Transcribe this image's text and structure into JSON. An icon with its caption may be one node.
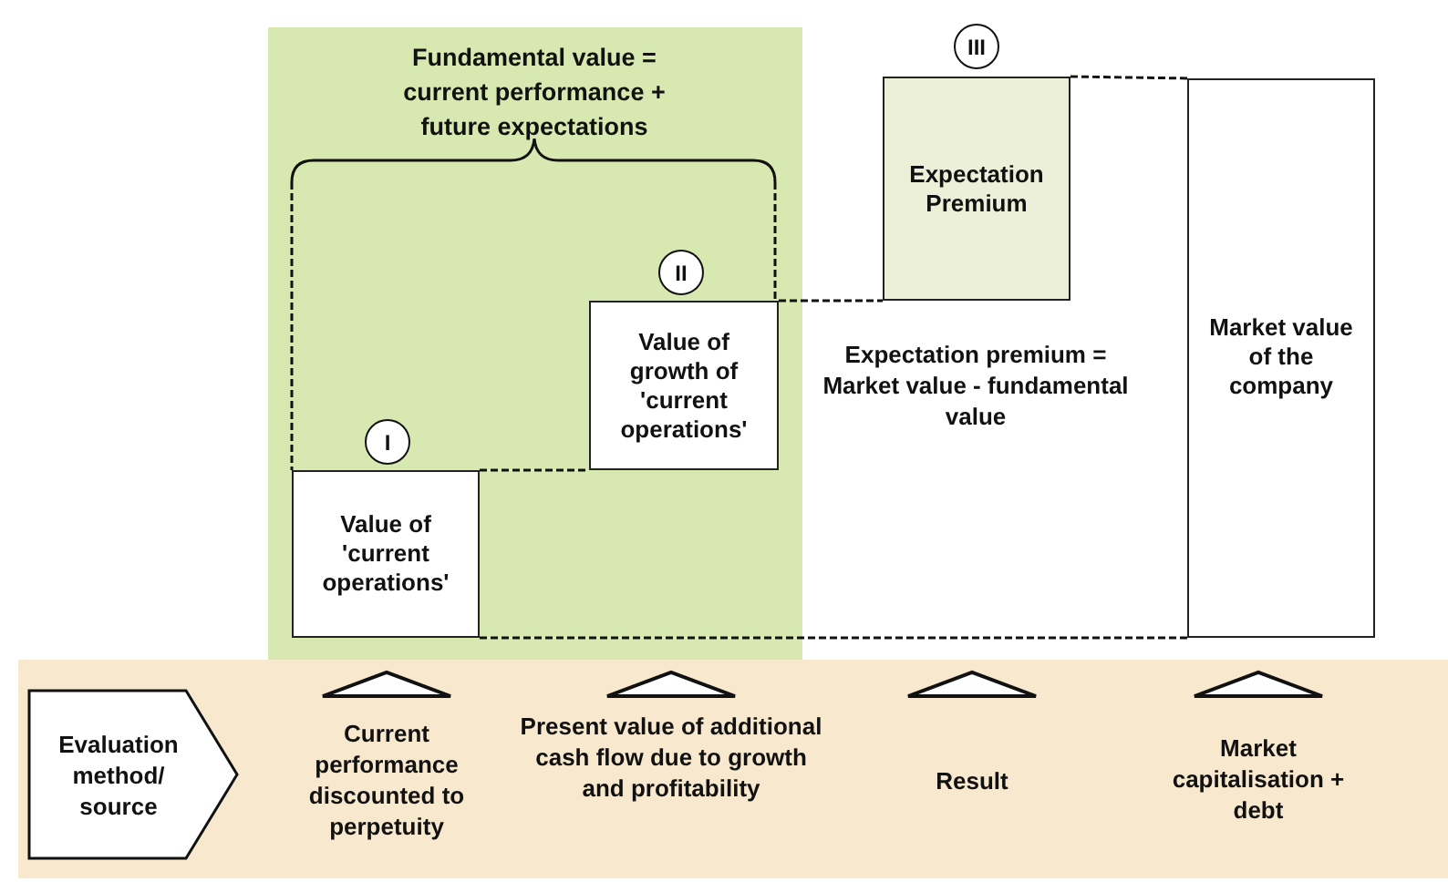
{
  "diagram": {
    "nodes": [
      {
        "text": [
          "Fundamental value = current performance + future expectations"
        ]
      },
      {
        "text": [
          "Value of 'current operations'"
        ],
        "in": 0
      },
      {
        "text": [
          "I"
        ],
        "in": 0
      },
      {
        "text": [
          "Value of growth of 'current operations'"
        ],
        "in": 0
      },
      {
        "text": [
          "II"
        ],
        "in": 0
      },
      {
        "text": [
          "III"
        ]
      },
      {
        "text": [
          "Expectation Premium"
        ]
      },
      {
        "text": [
          "Market value of the company"
        ]
      },
      {
        "text": [
          "Current performance discounted to perpetuity",
          "Present value of additional cash flow due to growth and profitability",
          "Result",
          "Market capitalisation + debt"
        ]
      },
      {
        "text": [
          "Evaluation method/ source"
        ],
        "in": 8
      }
    ],
    "edges": [
      {
        "from": 1,
        "to": 3,
        "arrow": "none",
        "style": "dashed"
      },
      {
        "from": 3,
        "to": 6,
        "arrow": "none",
        "style": "dashed"
      },
      {
        "from": 6,
        "to": 7,
        "arrow": "none",
        "style": "dashed"
      },
      {
        "from": 1,
        "to": 7,
        "arrow": "none",
        "style": "dashed"
      }
    ],
    "labels": [
      "Expectation premium = Market value - fundamental value"
    ]
  }
}
